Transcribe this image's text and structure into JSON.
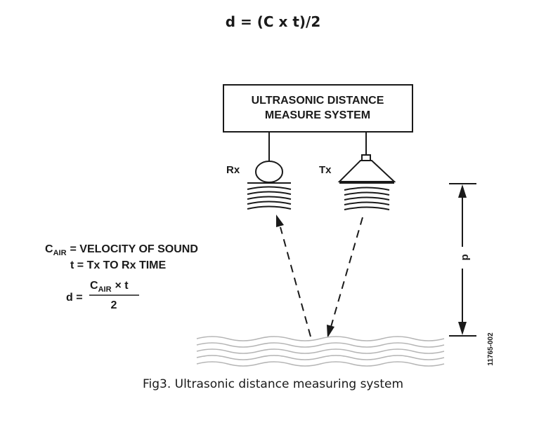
{
  "formula": "d = (C x t)/2",
  "system_box": {
    "line1": "ULTRASONIC DISTANCE",
    "line2": "MEASURE SYSTEM"
  },
  "receiver_label": "Rx",
  "transmitter_label": "Tx",
  "distance_label": "d",
  "legend": {
    "c_symbol": "C",
    "c_subscript": "AIR",
    "c_definition": "= VELOCITY OF SOUND",
    "t_definition": "t = Tx TO Rx TIME",
    "d_prefix": "d =",
    "numerator_symbol": "C",
    "numerator_subscript": "AIR",
    "numerator_suffix": "× t",
    "denominator": "2"
  },
  "figure_id": "11765-002",
  "caption": "Fig3. Ultrasonic distance measuring system"
}
